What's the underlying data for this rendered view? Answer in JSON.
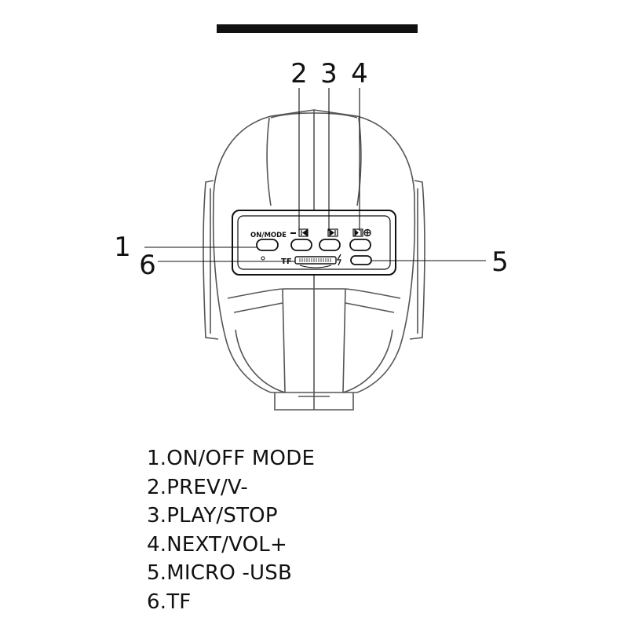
{
  "callouts": {
    "c1": "1",
    "c2": "2",
    "c3": "3",
    "c4": "4",
    "c5": "5",
    "c6": "6"
  },
  "panel_labels": {
    "on_mode": "ON/MODE",
    "tf": "TF"
  },
  "legend": [
    "1.ON/OFF MODE",
    "2.PREV/V-",
    "3.PLAY/STOP",
    "4.NEXT/VOL+",
    "5.MICRO -USB",
    "6.TF"
  ],
  "colors": {
    "line": "#111111",
    "thin_line": "#555555",
    "background": "#ffffff"
  }
}
